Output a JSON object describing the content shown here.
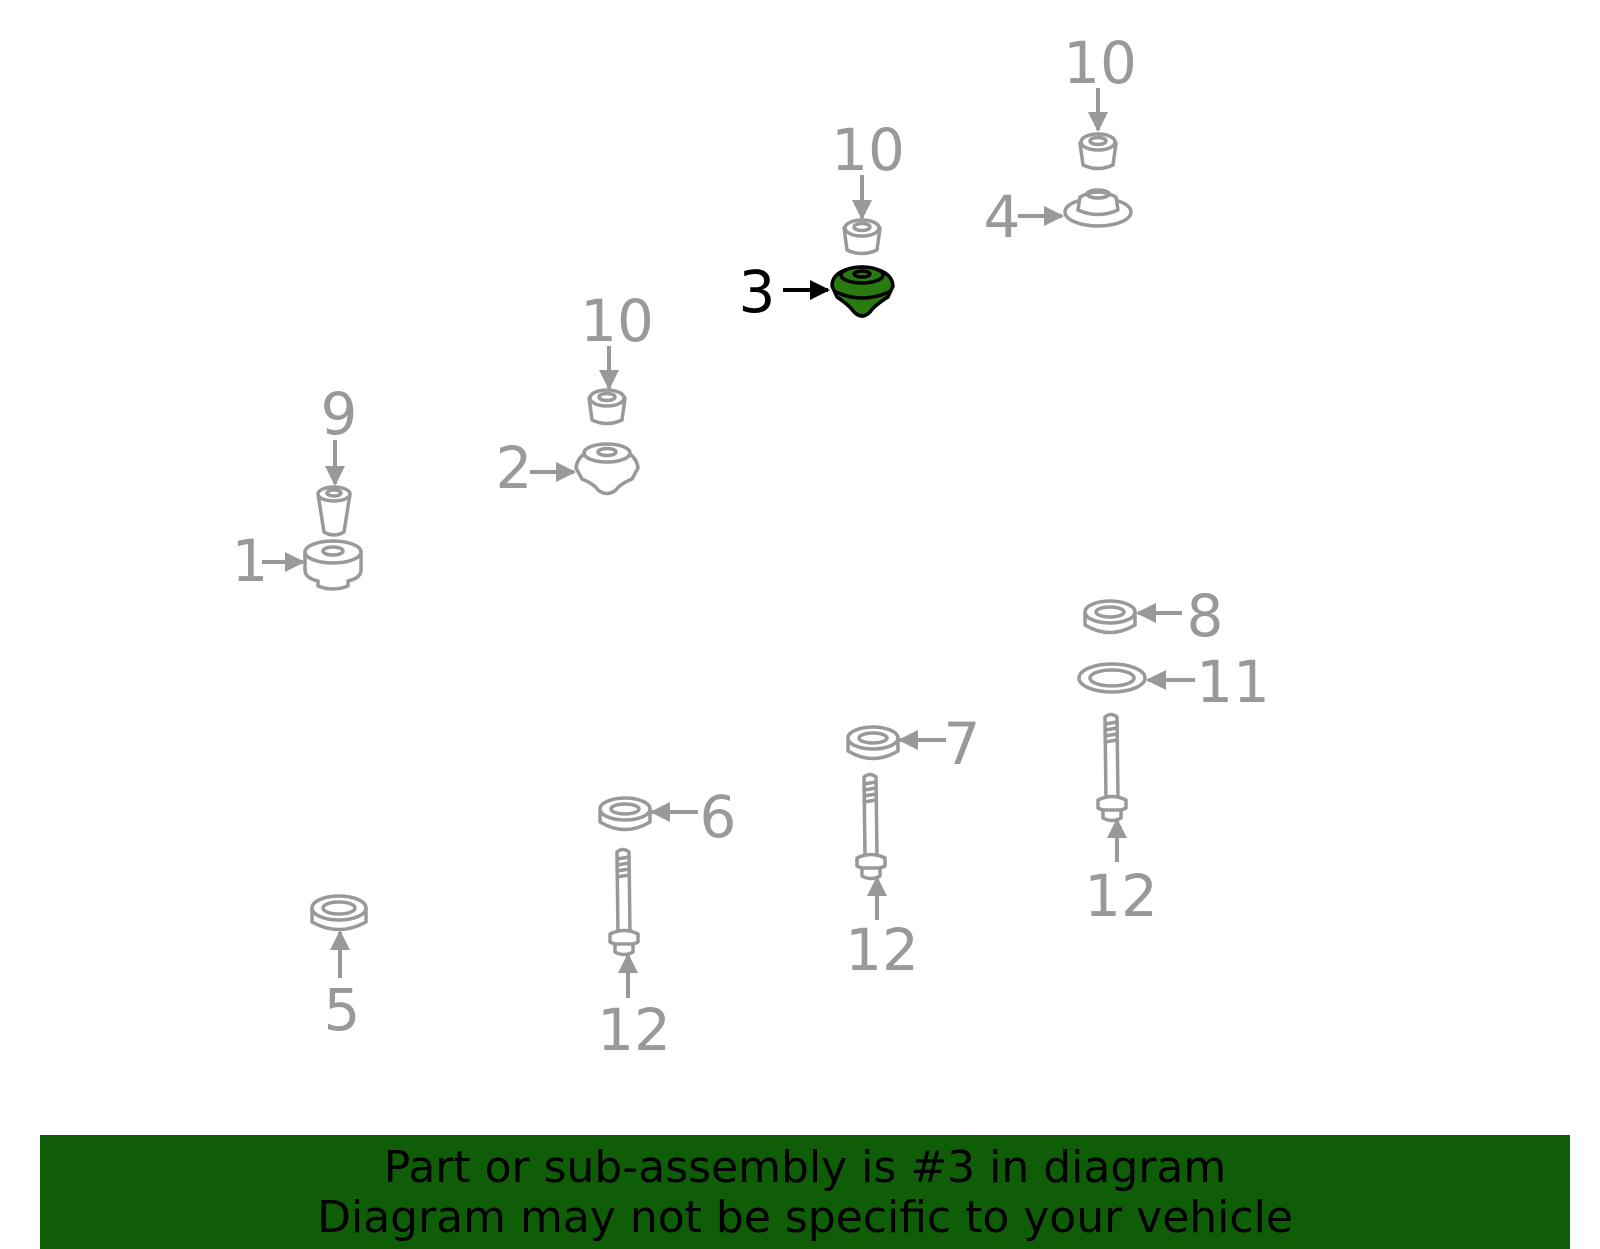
{
  "callouts": {
    "c1": "1",
    "c2": "2",
    "c3": "3",
    "c4": "4",
    "c5": "5",
    "c6": "6",
    "c7": "7",
    "c8": "8",
    "c9": "9",
    "c10a": "10",
    "c10b": "10",
    "c10c": "10",
    "c11": "11",
    "c12a": "12",
    "c12b": "12",
    "c12c": "12"
  },
  "banner": {
    "line1": "Part or sub-assembly is #3 in diagram",
    "line2": "Diagram may not be specific to your vehicle"
  },
  "colors": {
    "line_gray": "#999999",
    "highlight_green": "#2a7a12",
    "banner_green": "#0f5e07"
  }
}
